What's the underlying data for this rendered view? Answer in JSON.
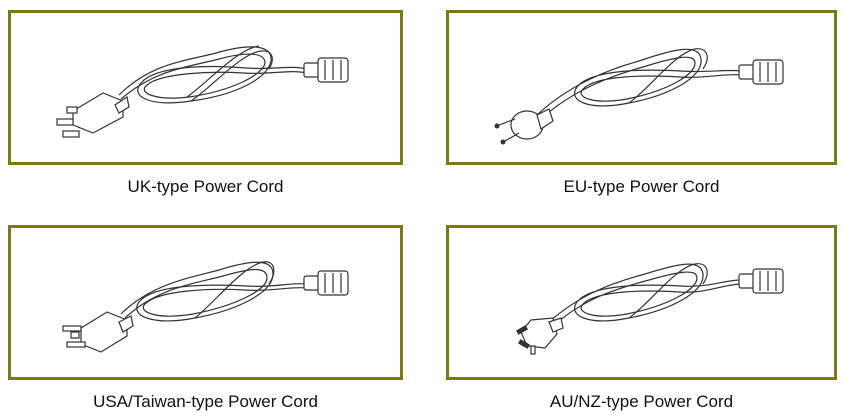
{
  "panels": [
    {
      "caption": "UK-type Power Cord"
    },
    {
      "caption": "EU-type Power Cord"
    },
    {
      "caption": "USA/Taiwan-type Power Cord"
    },
    {
      "caption": "AU/NZ-type Power Cord"
    }
  ],
  "colors": {
    "frame_border": "#7a7a12",
    "line": "#333333"
  }
}
